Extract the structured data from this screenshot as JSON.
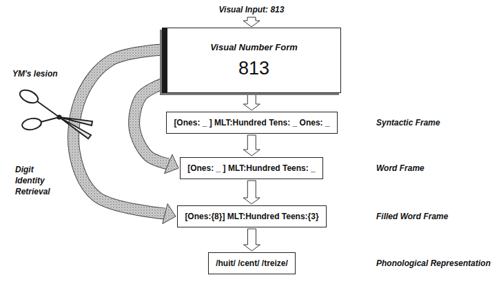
{
  "diagram": {
    "nodes": [
      {
        "text": [
          "Visual Number Form",
          "813"
        ]
      },
      {
        "text": [
          "[Ones: _ ] MLT:Hundred Tens: _ Ones: _",
          "Syntactic Frame"
        ]
      },
      {
        "text": [
          "[Ones: _ ] MLT:Hundred Teens: _",
          "Word Frame"
        ]
      },
      {
        "text": [
          "[Ones:{8}] MLT:Hundred Teens:{3}",
          "Filled Word Frame"
        ]
      },
      {
        "text": [
          "/huit/ /cent/ /treize/",
          "Phonological Representation"
        ]
      }
    ],
    "edges": [
      {
        "from": 0,
        "to": 1,
        "arrow": "to"
      },
      {
        "from": 1,
        "to": 2,
        "arrow": "to"
      },
      {
        "from": 2,
        "to": 3,
        "arrow": "to"
      },
      {
        "from": 3,
        "to": 4,
        "arrow": "to"
      },
      {
        "from": 0,
        "to": 2,
        "arrow": "to"
      },
      {
        "from": 0,
        "to": 3,
        "arrow": "to",
        "label": "Digit Identity Retrieval"
      }
    ],
    "labels": [
      "Visual Input: 813",
      "YM's lesion"
    ]
  }
}
